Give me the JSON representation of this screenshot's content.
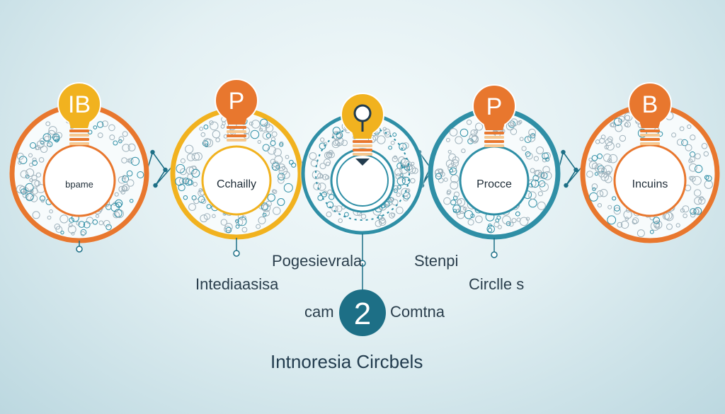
{
  "colors": {
    "orange": "#e8772e",
    "orange_light": "#f2913f",
    "yellow": "#f1b21f",
    "teal": "#2f8fa6",
    "dark_teal": "#1d6f86",
    "navy": "#223c4e",
    "text": "#2a3e4c"
  },
  "circles": [
    {
      "letter": "IB",
      "label": "bpame",
      "ring": "orange",
      "bulb": "yellow",
      "icon": "lightbulb-icon"
    },
    {
      "letter": "P",
      "label": "Cchailly",
      "ring": "yellow",
      "bulb": "orange",
      "icon": "lightbulb-icon"
    },
    {
      "letter": "",
      "label": "",
      "ring": "teal",
      "bulb": "yellow",
      "icon": "lightbulb-magnifier-icon"
    },
    {
      "letter": "P",
      "label": "Procce",
      "ring": "teal",
      "bulb": "orange",
      "icon": "lightbulb-icon"
    },
    {
      "letter": "B",
      "label": "Incuins",
      "ring": "orange",
      "bulb": "orange",
      "icon": "lightbulb-icon"
    }
  ],
  "captions": {
    "pogesievrala": "Pogesievrala",
    "stenpi": "Stenpi",
    "intediaasisa": "Intediaasisa",
    "circles": "Circlle s",
    "cam": "cam",
    "comtna": "Comtna",
    "badge_number": "2",
    "title": "Intnoresia Circbels"
  }
}
